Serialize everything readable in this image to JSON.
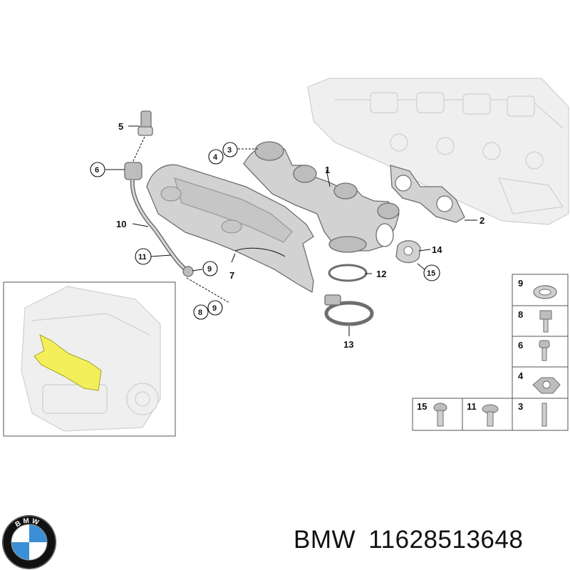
{
  "callouts": {
    "c1": "1",
    "c2": "2",
    "c3": "3",
    "c4": "4",
    "c5": "5",
    "c6": "6",
    "c7": "7",
    "c8": "8",
    "c9": "9",
    "c10": "10",
    "c11": "11",
    "c12": "12",
    "c13": "13",
    "c14": "14",
    "c15": "15",
    "c9b": "9"
  },
  "hardware_table": {
    "r1": "9",
    "r2": "8",
    "r3": "6",
    "r4": "4",
    "b1": "15",
    "b2": "11",
    "b3": "3"
  },
  "brand": {
    "logo_text": "BMW",
    "name": "BMW",
    "part_number": "11628513648",
    "colors": {
      "highlight": "#f3ef5a",
      "logo_blue": "#3a8fd6",
      "logo_ring": "#111111"
    }
  }
}
